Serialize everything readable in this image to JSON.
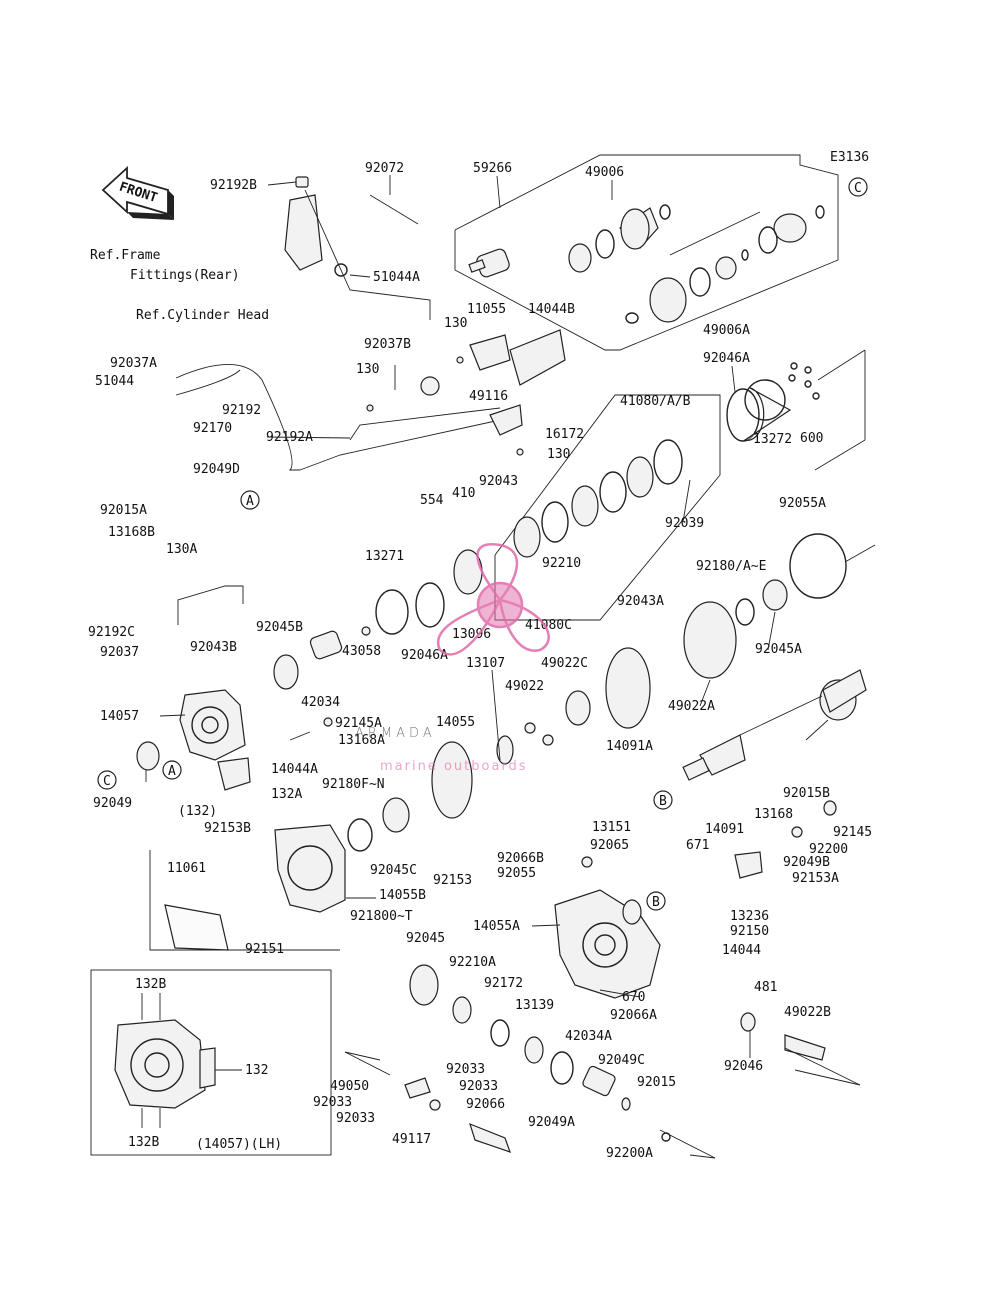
{
  "diagram_code": "E3136",
  "front_label": "FRONT",
  "refs": {
    "frame_fittings_line1": "Ref.Frame",
    "frame_fittings_line2": "Fittings(Rear)",
    "cylinder_head": "Ref.Cylinder Head"
  },
  "inset_caption": "(14057)(LH)",
  "watermark": {
    "brand": "ARMADA",
    "tagline": "marine outboards",
    "color": "#e06aa8"
  },
  "callout_letters": [
    "A",
    "B",
    "C"
  ],
  "parts": [
    "92072",
    "59266",
    "49006",
    "92192B",
    "51044A",
    "11055",
    "14044B",
    "130",
    "92037B",
    "49116",
    "92037A",
    "51044",
    "92192",
    "92170",
    "92192A",
    "16172",
    "554",
    "410",
    "92043",
    "92046A",
    "13272",
    "600",
    "41080/A/B",
    "92039",
    "92210",
    "41080C",
    "92055A",
    "92180/A~E",
    "92045A",
    "92049D",
    "92015A",
    "13168B",
    "130A",
    "13271",
    "92046A",
    "13096",
    "92043A",
    "49022C",
    "49022",
    "49022A",
    "92192C",
    "92045B",
    "92037",
    "92043B",
    "43058",
    "42034",
    "13107",
    "14057",
    "92145A",
    "13168A",
    "14055",
    "14091A",
    "14044A",
    "132A",
    "92049",
    "(132)",
    "92180F~N",
    "92153B",
    "92045C",
    "92153",
    "92015B",
    "13168",
    "92145",
    "13151",
    "14091",
    "92200",
    "92065",
    "671",
    "92049B",
    "92066B",
    "92055",
    "92153A",
    "11061",
    "14055B",
    "921800~T",
    "92151",
    "92045",
    "14055A",
    "13236",
    "92150",
    "14044",
    "92210A",
    "92172",
    "670",
    "481",
    "49022B",
    "13139",
    "92066A",
    "132B",
    "42034A",
    "92046",
    "92033",
    "49050",
    "92049C",
    "92015",
    "92066",
    "92049A",
    "49117",
    "92200A",
    "132",
    "49006A"
  ]
}
